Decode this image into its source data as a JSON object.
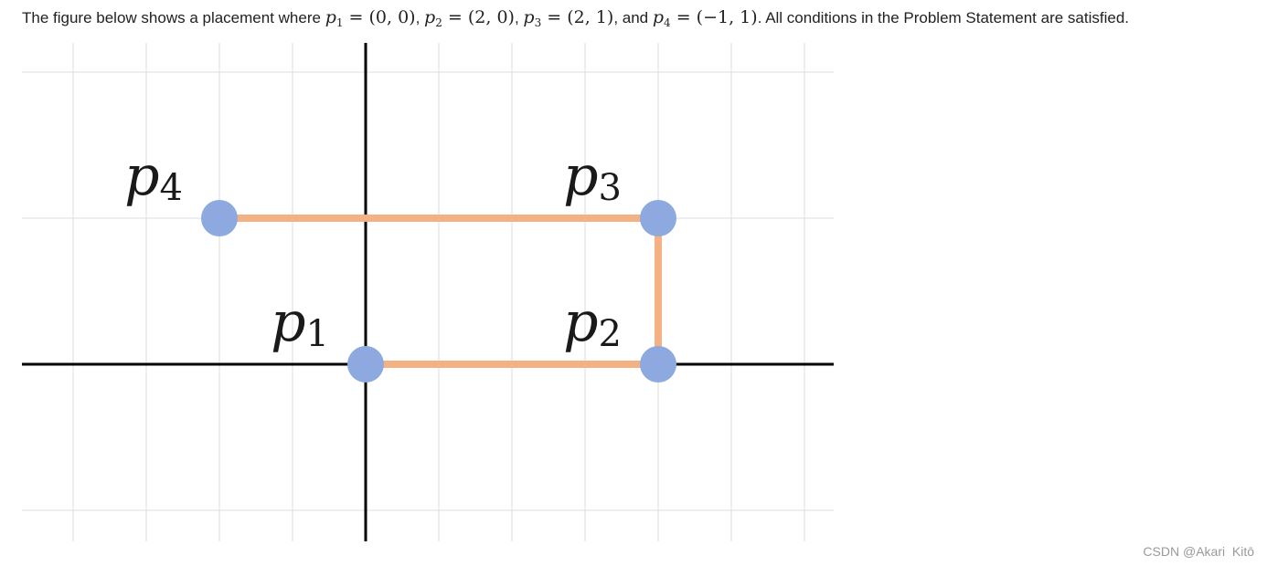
{
  "caption": {
    "intro": "The figure below shows a placement where",
    "p1_sym": "p",
    "p1_sub": "1",
    "p1_val": " = (0, 0)",
    "p2_sym": "p",
    "p2_sub": "2",
    "p2_val": " = (2, 0)",
    "p3_sym": "p",
    "p3_sub": "3",
    "p3_val": " = (2, 1)",
    "p4_sym": "p",
    "p4_sub": "4",
    "p4_val": " = (−1, 1)",
    "and": "and",
    "outro": ". All conditions in the Problem Statement are satisfied."
  },
  "figure": {
    "points": [
      {
        "id": "p1",
        "sym": "p",
        "sub": "1",
        "x": 0,
        "y": 0
      },
      {
        "id": "p2",
        "sym": "p",
        "sub": "2",
        "x": 2,
        "y": 0
      },
      {
        "id": "p3",
        "sym": "p",
        "sub": "3",
        "x": 2,
        "y": 1
      },
      {
        "id": "p4",
        "sym": "p",
        "sub": "4",
        "x": -1,
        "y": 1
      }
    ],
    "edges": [
      [
        "p1",
        "p2"
      ],
      [
        "p2",
        "p3"
      ],
      [
        "p3",
        "p4"
      ]
    ],
    "x_range": [
      -2,
      3
    ],
    "y_range": [
      -1,
      2
    ],
    "grid": true,
    "colors": {
      "point": "#8ea9e0",
      "edge": "#f4b183",
      "axis": "#000000",
      "grid": "#dddddd"
    }
  },
  "watermark": "CSDN @Akari  Kitō"
}
